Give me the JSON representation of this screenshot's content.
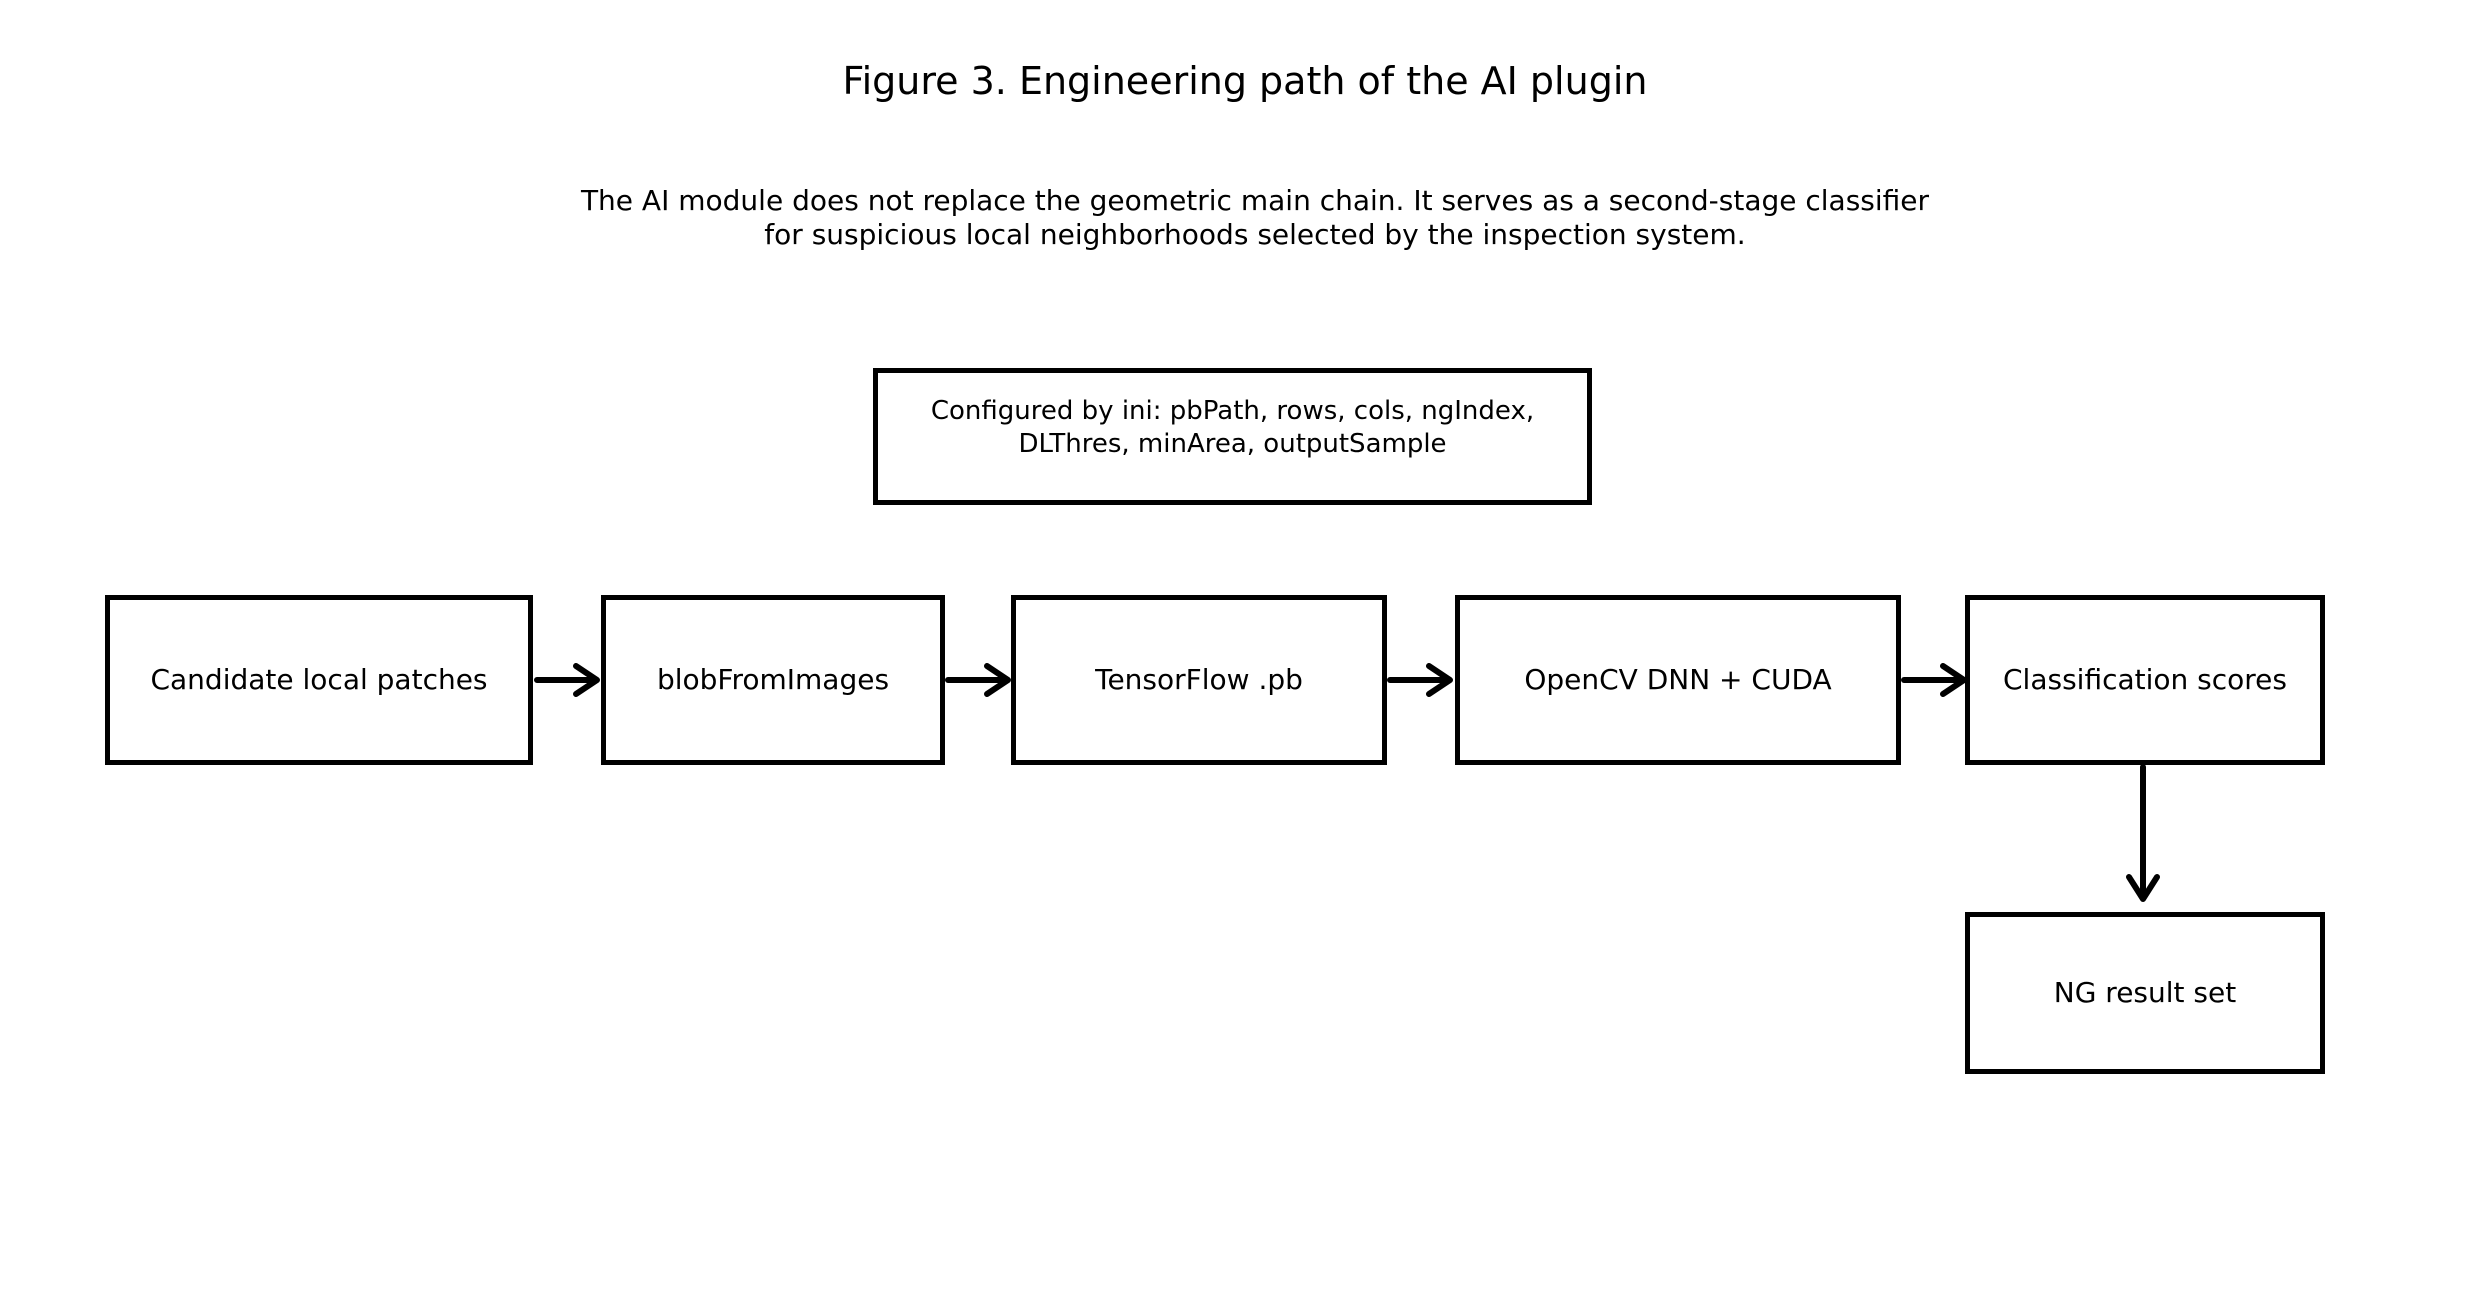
{
  "figure": {
    "title": "Figure 3. Engineering path of the AI plugin",
    "subtitle_line1": "The AI module does not replace the geometric main chain. It serves as a second-stage classifier",
    "subtitle_line2": "for suspicious local neighborhoods selected by the inspection system."
  },
  "config_note": {
    "line1": "Configured by ini: pbPath, rows, cols, ngIndex,",
    "line2": "DLThres, minArea, outputSample"
  },
  "flow": {
    "boxes": [
      {
        "label": "Candidate local patches"
      },
      {
        "label": "blobFromImages"
      },
      {
        "label": "TensorFlow .pb"
      },
      {
        "label": "OpenCV DNN + CUDA"
      },
      {
        "label": "Classification scores"
      }
    ],
    "result_box": {
      "label": "NG result set"
    }
  },
  "colors": {
    "stroke": "#000000",
    "background": "#ffffff"
  }
}
